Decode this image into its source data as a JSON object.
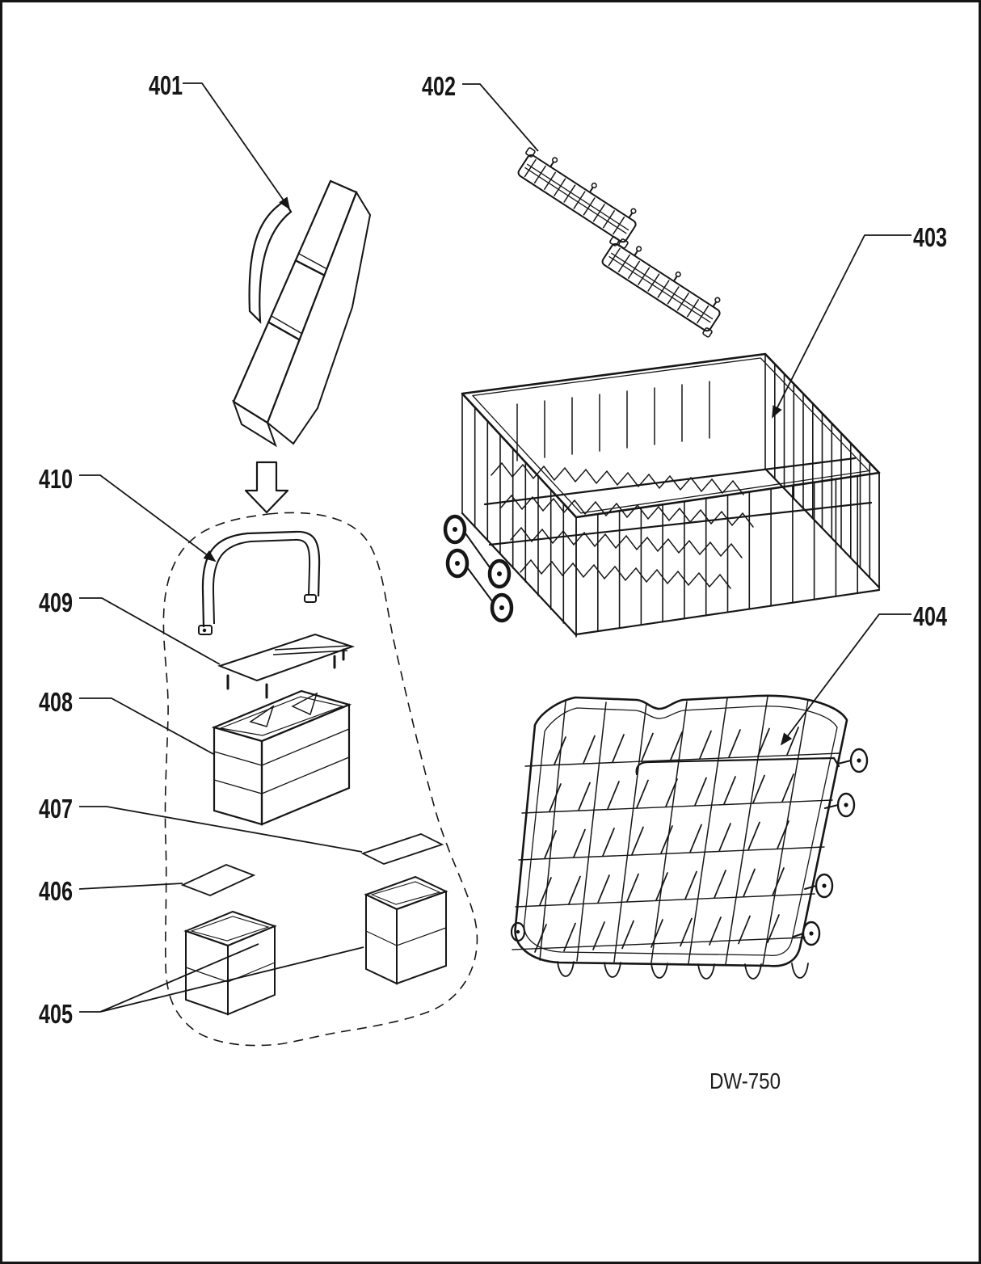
{
  "diagram": {
    "model": "DW-750",
    "colors": {
      "line": "#161616",
      "background": "#ffffff"
    },
    "callouts": [
      {
        "label": "401"
      },
      {
        "label": "402"
      },
      {
        "label": "403"
      },
      {
        "label": "404"
      },
      {
        "label": "405"
      },
      {
        "label": "406"
      },
      {
        "label": "407"
      },
      {
        "label": "408"
      },
      {
        "label": "409"
      },
      {
        "label": "410"
      }
    ]
  }
}
